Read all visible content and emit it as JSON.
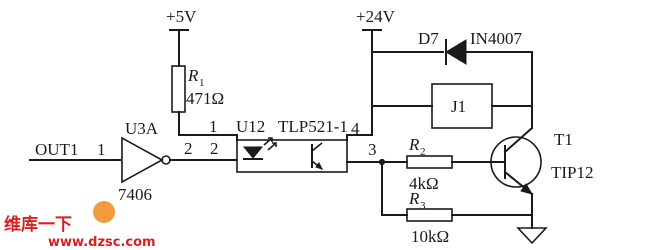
{
  "supplies": {
    "v5": "+5V",
    "v24": "+24V"
  },
  "resistors": {
    "r1": {
      "name": "R",
      "sub": "1",
      "value": "471Ω"
    },
    "r2": {
      "name": "R",
      "sub": "2",
      "value": "4kΩ"
    },
    "r3": {
      "name": "R",
      "sub": "3",
      "value": "10kΩ"
    }
  },
  "diode": {
    "ref": "D7",
    "part": "IN4007"
  },
  "relay": {
    "ref": "J1"
  },
  "transistor": {
    "ref": "T1",
    "part": "TIP12"
  },
  "optocoupler": {
    "ref": "U12",
    "part": "TLP521-1"
  },
  "inverter": {
    "ref": "U3A",
    "part": "7406"
  },
  "signal": {
    "name": "OUT1"
  },
  "pins": {
    "out1_pin": "1",
    "inv_out_pin": "2",
    "opto_in_pin": "2",
    "opto_pin1": "1",
    "opto_pin3": "3",
    "opto_pin4": "4"
  },
  "watermark": {
    "site_cn": "维库一下",
    "site_url": "www.dzsc.com"
  }
}
